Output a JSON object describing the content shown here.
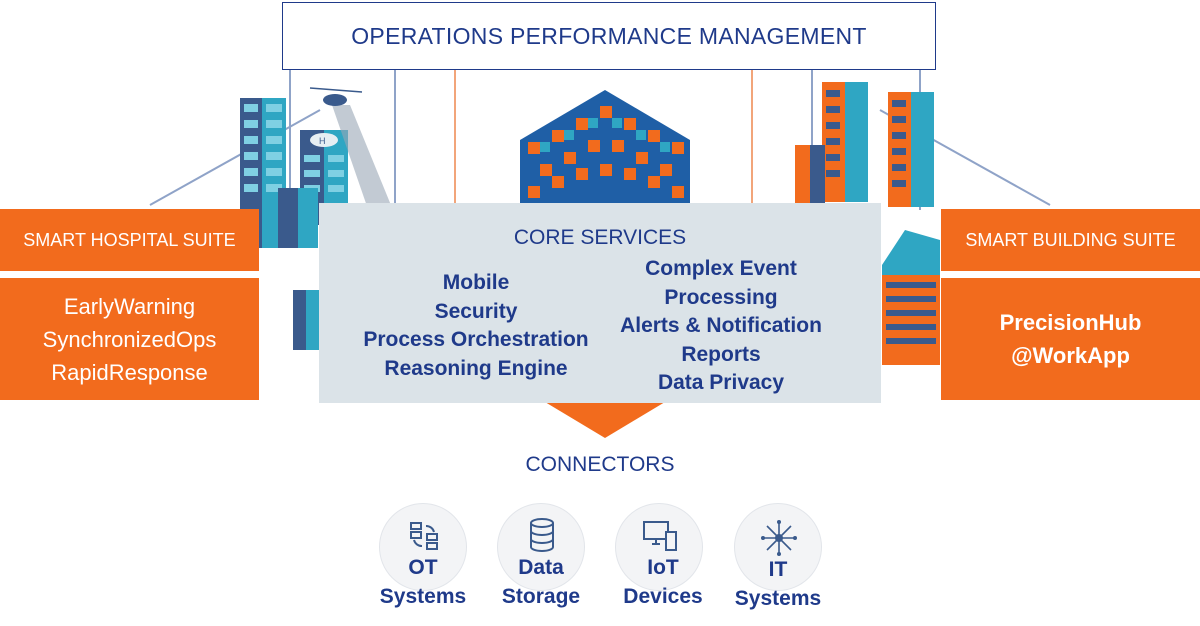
{
  "header": {
    "title": "OPERATIONS PERFORMANCE MANAGEMENT"
  },
  "left_suite": {
    "title": "SMART HOSPITAL SUITE",
    "items": [
      "EarlyWarning",
      "SynchronizedOps",
      "RapidResponse"
    ]
  },
  "right_suite": {
    "title": "SMART BUILDING SUITE",
    "items": [
      "PrecisionHub",
      "@WorkApp"
    ]
  },
  "core": {
    "title": "CORE SERVICES",
    "left_items": [
      "Mobile",
      "Security",
      "Process Orchestration",
      "Reasoning Engine"
    ],
    "right_items": [
      "Complex Event",
      "Processing",
      "Alerts & Notification",
      "Reports",
      "Data Privacy"
    ]
  },
  "connectors": {
    "title": "CONNECTORS",
    "items": [
      {
        "icon": "ot-systems-icon",
        "line1": "OT",
        "line2": "Systems"
      },
      {
        "icon": "database-icon",
        "line1": "Data",
        "line2": "Storage"
      },
      {
        "icon": "devices-icon",
        "line1": "IoT",
        "line2": "Devices"
      },
      {
        "icon": "network-hub-icon",
        "line1": "IT",
        "line2": "Systems"
      }
    ]
  },
  "colors": {
    "navy": "#1f3a8a",
    "orange": "#f26b1d",
    "core_bg": "#dbe3e8",
    "teal": "#2fa6c3",
    "steel": "#3a5a8c"
  }
}
